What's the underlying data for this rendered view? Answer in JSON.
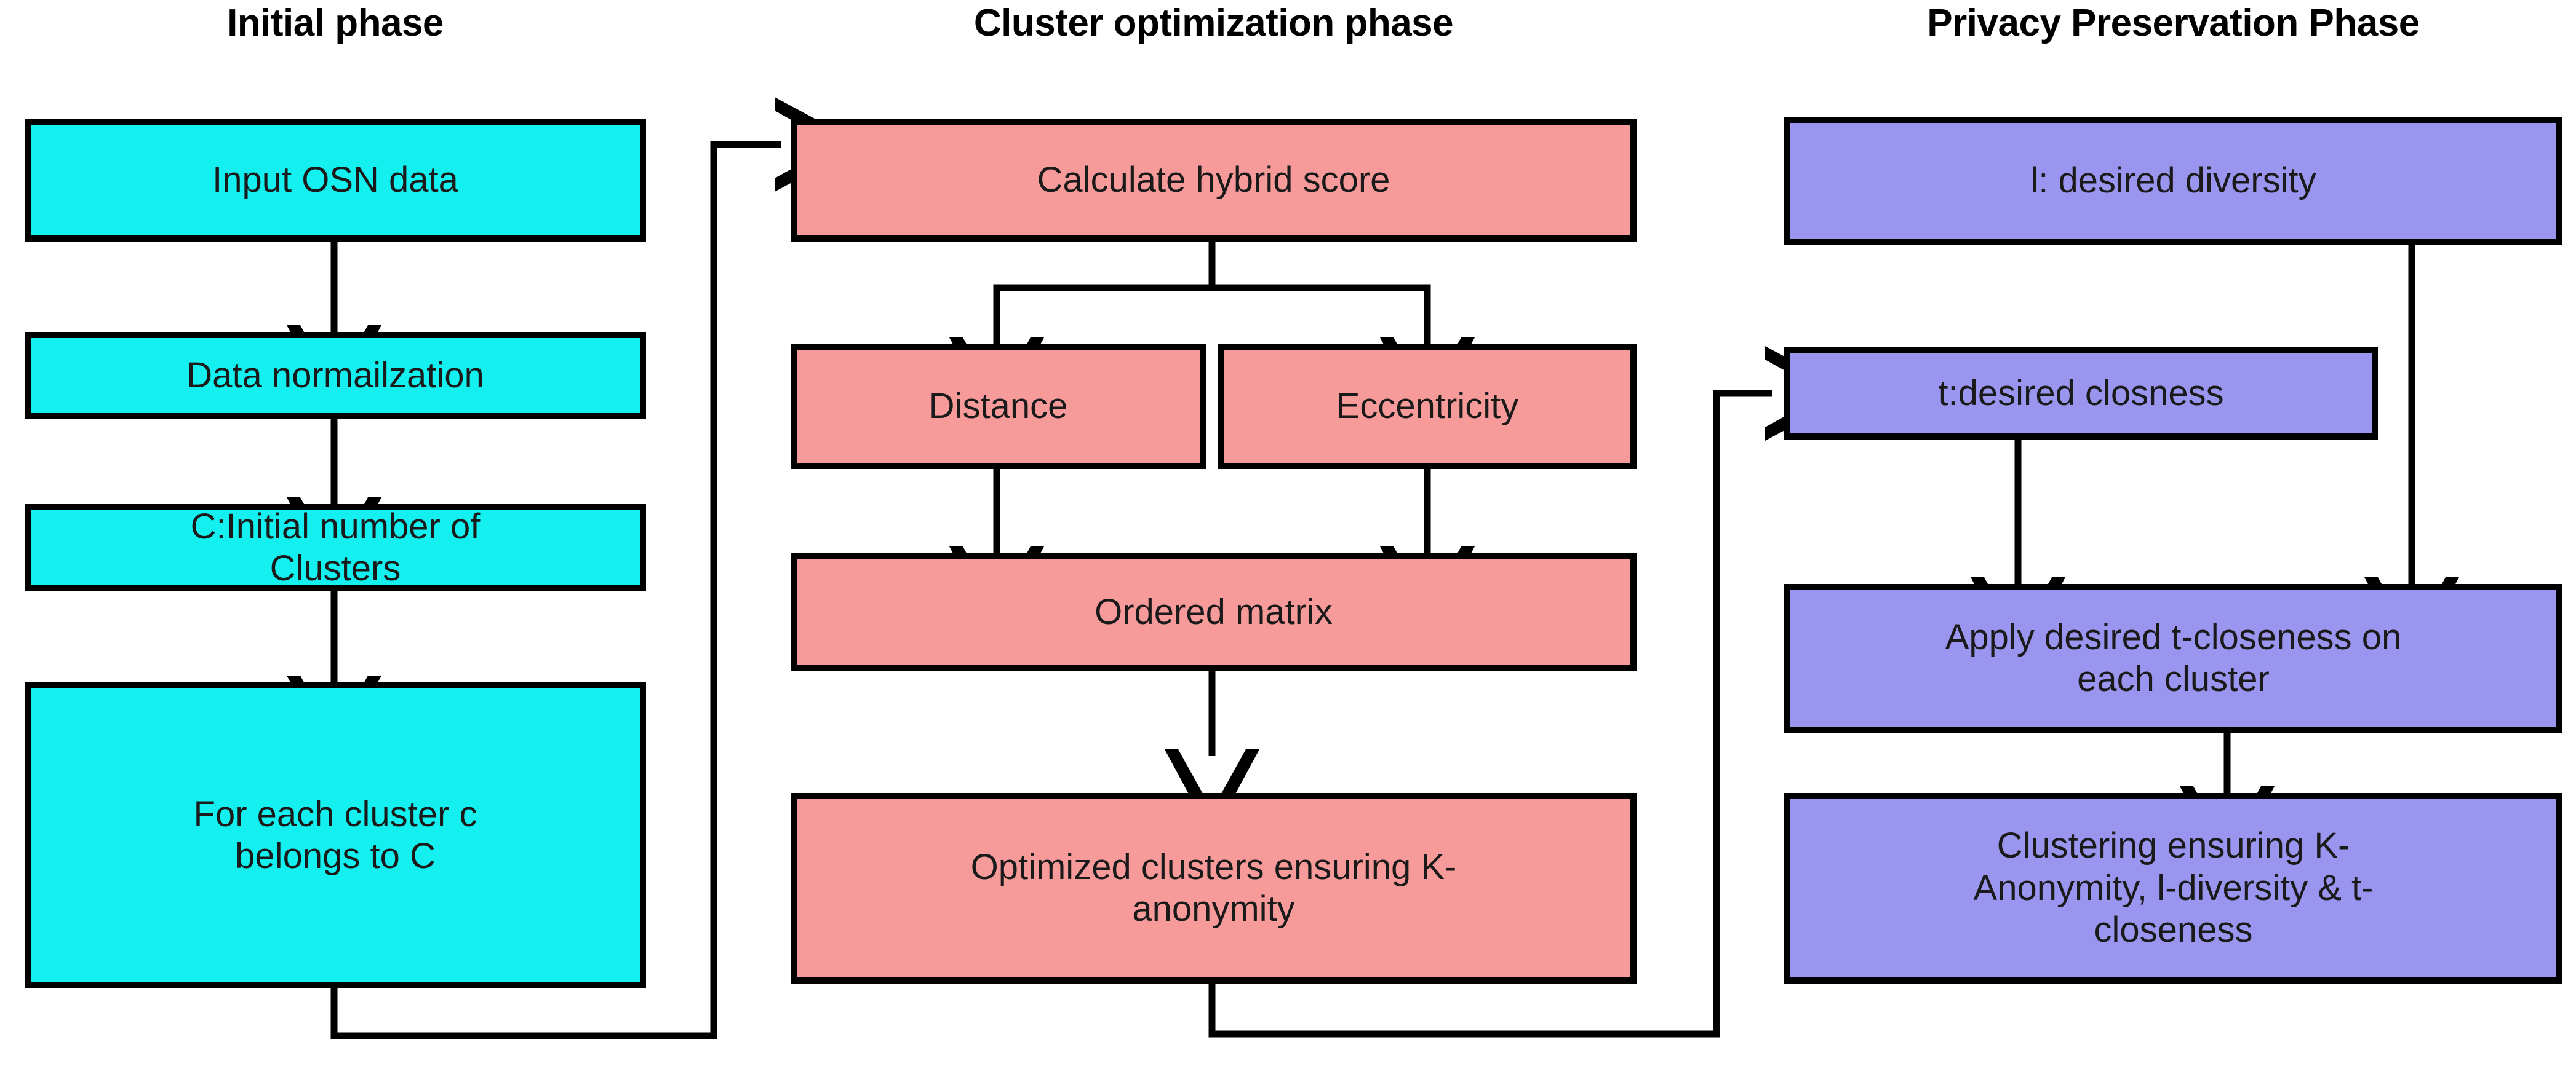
{
  "diagram": {
    "title_row": [
      {
        "id": "phase-initial",
        "label": "Initial phase"
      },
      {
        "id": "phase-cluster",
        "label": "Cluster optimization phase"
      },
      {
        "id": "phase-privacy",
        "label": "Privacy Preservation Phase"
      }
    ],
    "colors": {
      "initial_phase_fill": "#14f0f0",
      "cluster_phase_fill": "#f79a9a",
      "privacy_phase_fill": "#9a96f0",
      "border": "#000000",
      "background": "#ffffff",
      "text": "#1a1a1a"
    },
    "columns": [
      {
        "id": "initial-phase",
        "title": "Initial phase",
        "nodes": [
          {
            "id": "input-osn-data",
            "label": "Input OSN data"
          },
          {
            "id": "data-normalization",
            "label": "Data normailzation"
          },
          {
            "id": "initial-clusters",
            "line1": "C:Initial number of",
            "line2": "Clusters"
          },
          {
            "id": "for-each-cluster",
            "line1": "For each cluster c",
            "line2": "belongs to C"
          }
        ]
      },
      {
        "id": "cluster-optimization-phase",
        "title": "Cluster optimization phase",
        "nodes": [
          {
            "id": "calculate-hybrid-score",
            "label": "Calculate hybrid score"
          },
          {
            "id": "distance",
            "label": "Distance"
          },
          {
            "id": "eccentricity",
            "label": "Eccentricity"
          },
          {
            "id": "ordered-matrix",
            "label": "Ordered matrix"
          },
          {
            "id": "optimized-clusters",
            "line1": "Optimized clusters ensuring K-",
            "line2": "anonymity"
          }
        ]
      },
      {
        "id": "privacy-preservation-phase",
        "title": "Privacy Preservation Phase",
        "nodes": [
          {
            "id": "desired-diversity",
            "label": "l: desired diversity"
          },
          {
            "id": "desired-closeness",
            "label": "t:desired closness"
          },
          {
            "id": "apply-t-closeness",
            "line1": "Apply desired t-closeness on",
            "line2": "each cluster"
          },
          {
            "id": "final-clustering",
            "line1": "Clustering ensuring K-",
            "line2": "Anonymity, l-diversity & t-",
            "line3": "closeness"
          }
        ]
      }
    ],
    "edges": [
      {
        "from": "input-osn-data",
        "to": "data-normalization",
        "type": "straight-down"
      },
      {
        "from": "data-normalization",
        "to": "initial-clusters",
        "type": "straight-down"
      },
      {
        "from": "initial-clusters",
        "to": "for-each-cluster",
        "type": "straight-down"
      },
      {
        "from": "for-each-cluster",
        "to": "calculate-hybrid-score",
        "type": "down-right-up-into-left"
      },
      {
        "from": "calculate-hybrid-score",
        "to": "distance",
        "type": "split-left"
      },
      {
        "from": "calculate-hybrid-score",
        "to": "eccentricity",
        "type": "split-right"
      },
      {
        "from": "distance",
        "to": "ordered-matrix",
        "type": "straight-down"
      },
      {
        "from": "eccentricity",
        "to": "ordered-matrix",
        "type": "straight-down"
      },
      {
        "from": "ordered-matrix",
        "to": "optimized-clusters",
        "type": "straight-down"
      },
      {
        "from": "optimized-clusters",
        "to": "desired-closeness",
        "type": "down-right-up-into-left"
      },
      {
        "from": "desired-diversity",
        "to": "apply-t-closeness",
        "type": "down-right-column"
      },
      {
        "from": "desired-closeness",
        "to": "apply-t-closeness",
        "type": "straight-down"
      },
      {
        "from": "apply-t-closeness",
        "to": "final-clustering",
        "type": "straight-down"
      }
    ]
  }
}
